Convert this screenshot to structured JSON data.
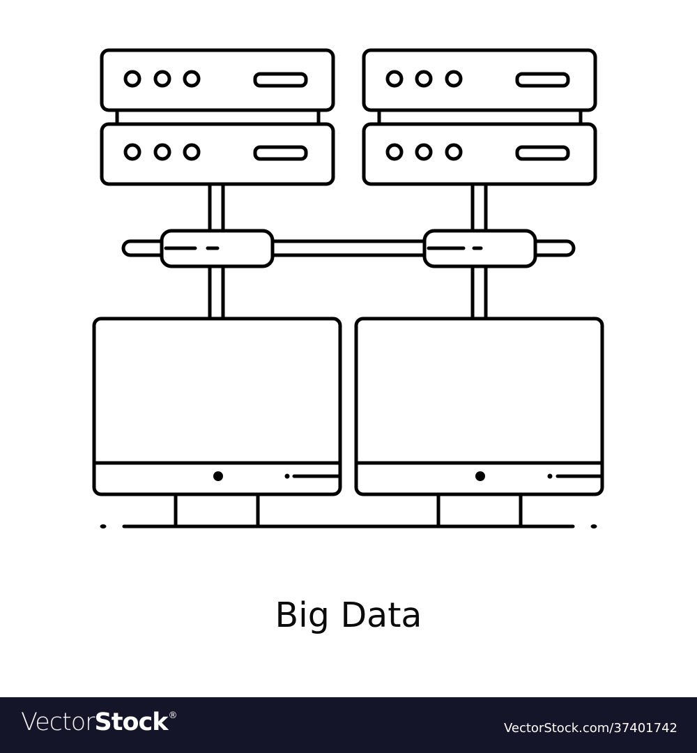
{
  "illustration": {
    "title": "Big Data",
    "stroke_color": "#000000",
    "background": "#ffffff",
    "elements": {
      "servers": [
        "server-rack-left",
        "server-rack-right"
      ],
      "connector": "network-cable-with-plugs",
      "monitors": [
        "monitor-left",
        "monitor-right"
      ]
    }
  },
  "footer": {
    "background": "#141529",
    "logo_light": "Vector",
    "logo_bold": "Stock",
    "logo_mark": "®",
    "url": "VectorStock.com/37401742"
  }
}
